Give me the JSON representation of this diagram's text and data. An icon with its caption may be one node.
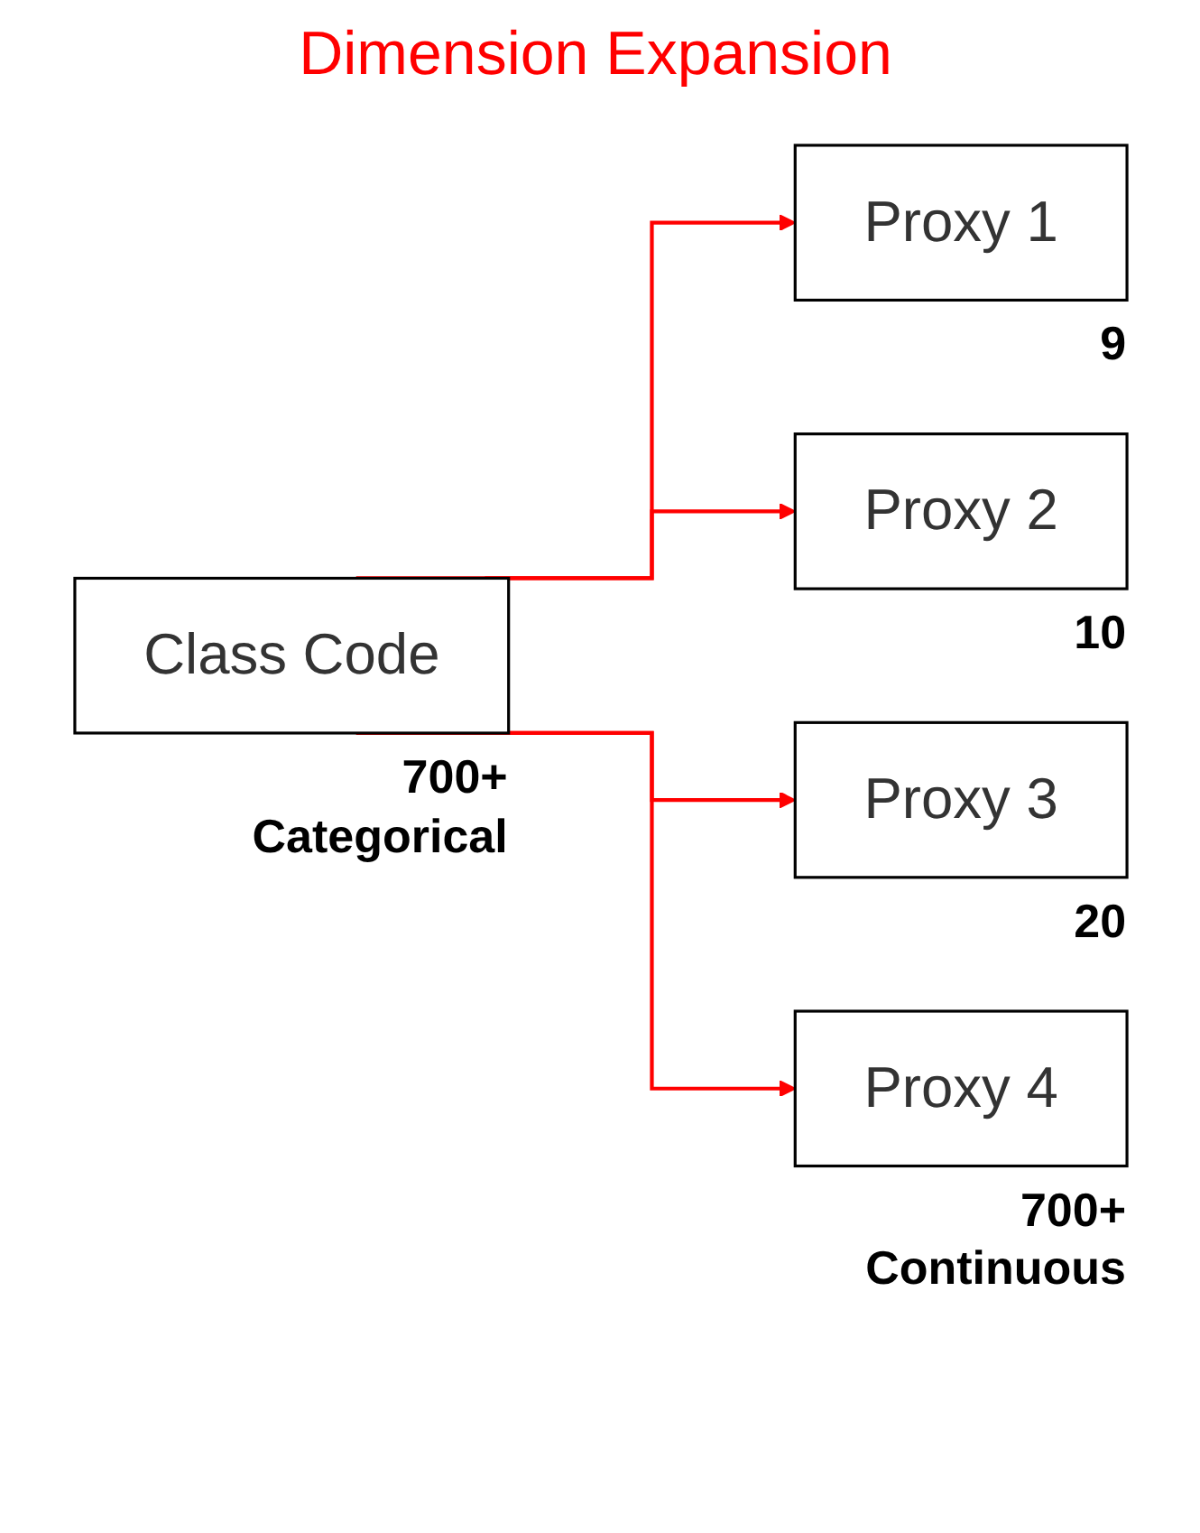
{
  "diagram": {
    "title": "Dimension Expansion",
    "nodes": [
      {
        "text": [
          "Class Code"
        ],
        "beside": [
          "700+ Categorical"
        ]
      },
      {
        "text": [
          "Proxy 1"
        ],
        "beside": [
          "9"
        ]
      },
      {
        "text": [
          "Proxy 2"
        ],
        "beside": [
          "10"
        ]
      },
      {
        "text": [
          "Proxy 3"
        ],
        "beside": [
          "20"
        ]
      },
      {
        "text": [
          "Proxy 4"
        ],
        "beside": [
          "700+ Continuous"
        ]
      }
    ],
    "edges": [
      {
        "from": 0,
        "to": 1,
        "arrow": "to",
        "color": "#ff0000"
      },
      {
        "from": 0,
        "to": 2,
        "arrow": "to",
        "color": "#ff0000"
      },
      {
        "from": 0,
        "to": 3,
        "arrow": "to",
        "color": "#ff0000"
      },
      {
        "from": 0,
        "to": 4,
        "arrow": "to",
        "color": "#ff0000"
      }
    ]
  }
}
